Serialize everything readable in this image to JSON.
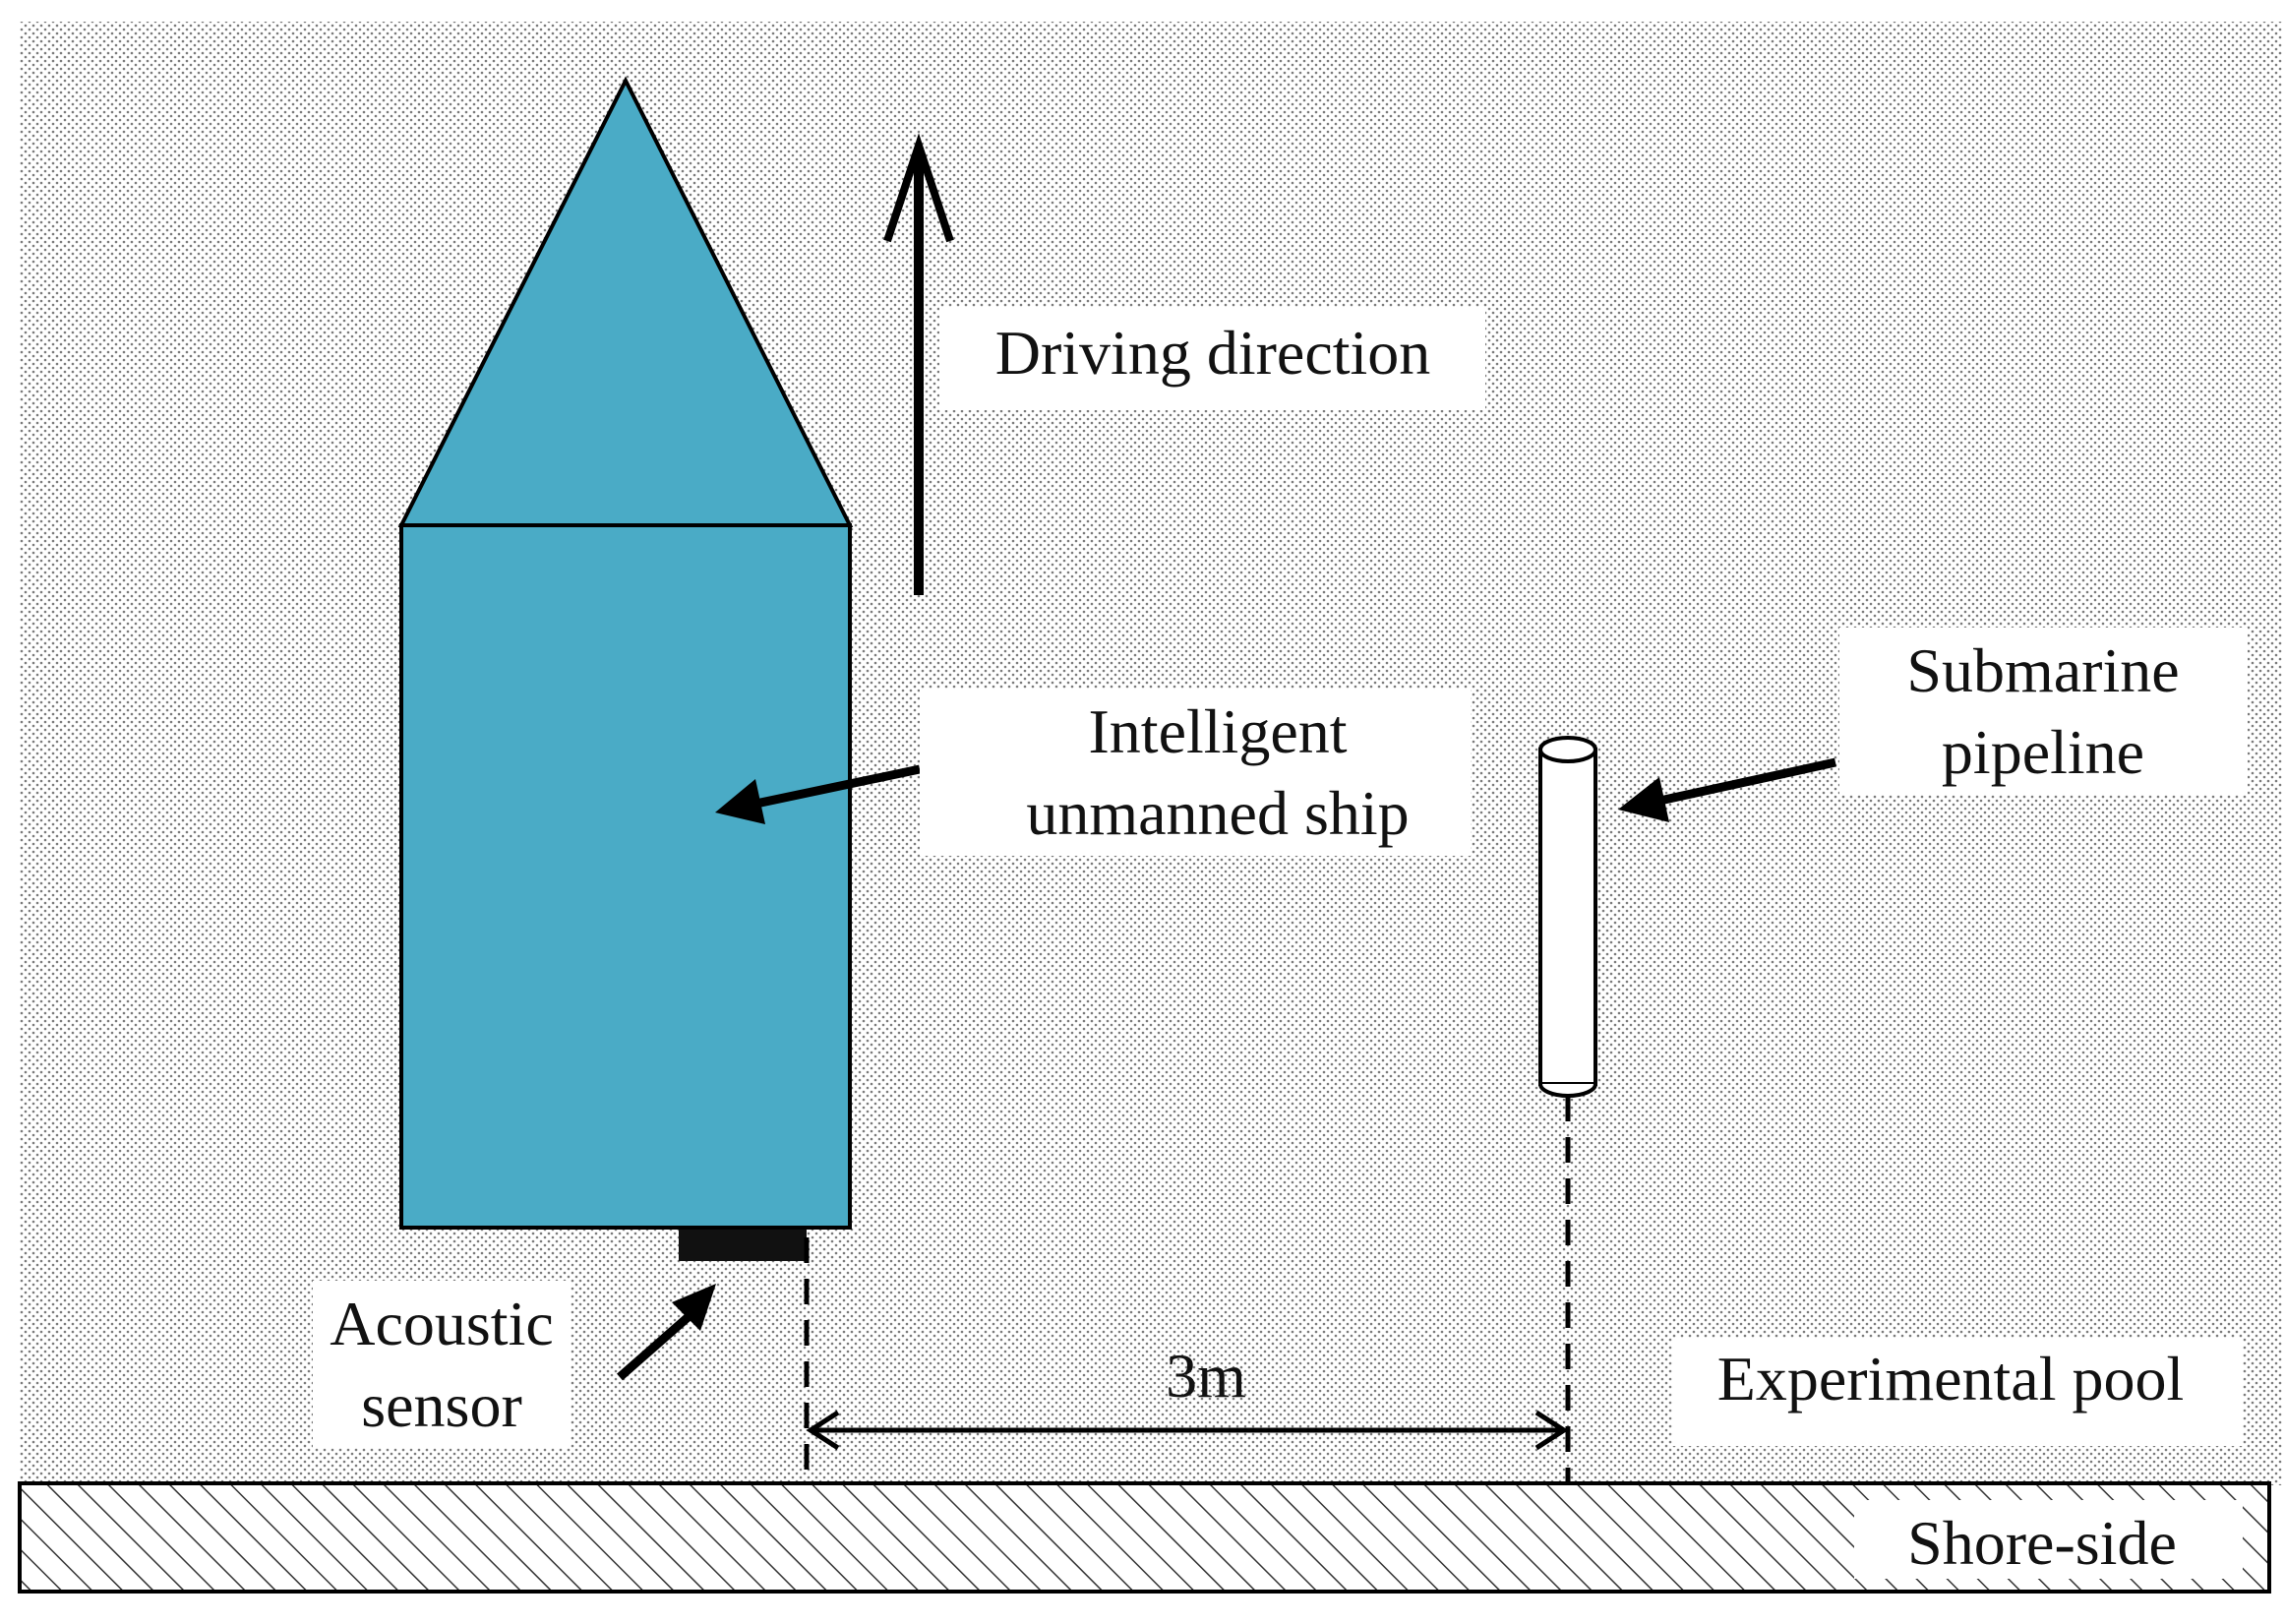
{
  "labels": {
    "driving_direction": "Driving direction",
    "ship_line1": "Intelligent",
    "ship_line2": "unmanned ship",
    "pipeline_line1": "Submarine",
    "pipeline_line2": "pipeline",
    "sensor_line1": "Acoustic",
    "sensor_line2": "sensor",
    "distance": "3m",
    "pool": "Experimental pool",
    "shore": "Shore-side"
  },
  "colors": {
    "ship_fill": "#4AABC6",
    "outline": "#000000",
    "background": "#FFFFFF",
    "dot_pattern": "#7a7a7a"
  }
}
